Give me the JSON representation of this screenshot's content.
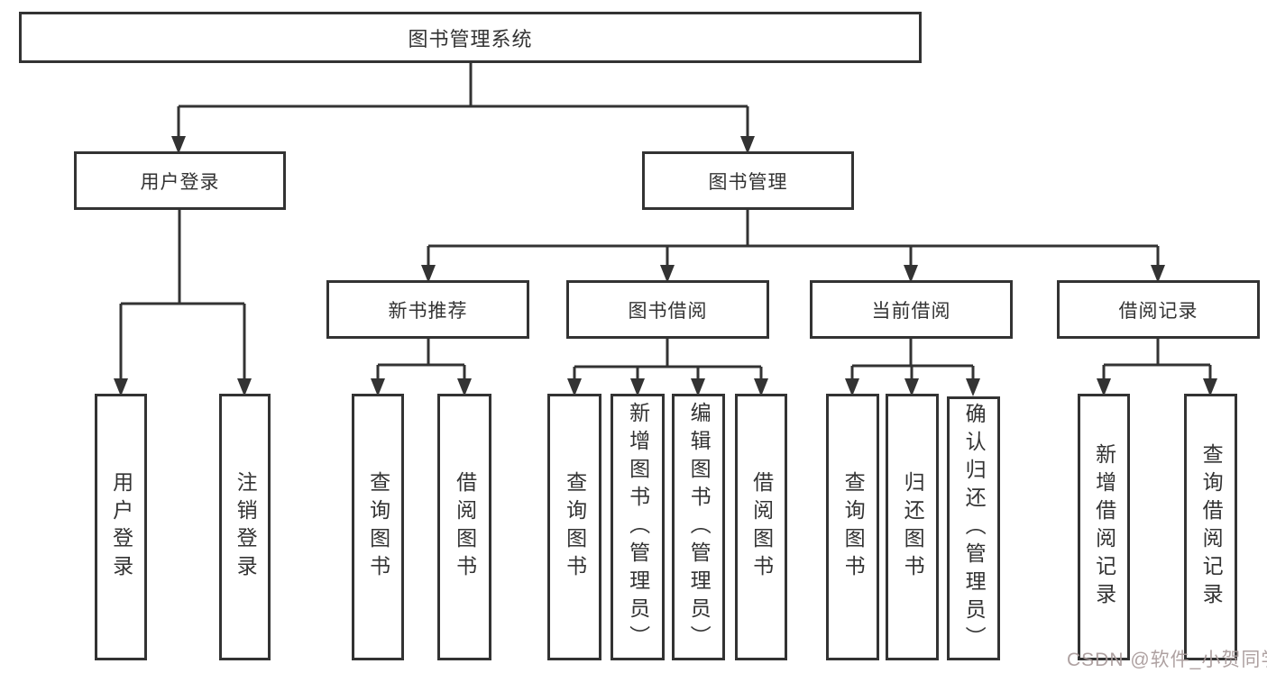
{
  "diagram": {
    "title": "图书管理系统",
    "tree": {
      "root": {
        "label": "图书管理系统"
      },
      "branches": [
        {
          "label": "用户登录",
          "children": [
            {
              "label": "用户登录"
            },
            {
              "label": "注销登录"
            }
          ]
        },
        {
          "label": "图书管理",
          "children": [
            {
              "label": "新书推荐",
              "children": [
                {
                  "label": "查询图书"
                },
                {
                  "label": "借阅图书"
                }
              ]
            },
            {
              "label": "图书借阅",
              "children": [
                {
                  "label": "查询图书"
                },
                {
                  "label": "新增图书（管理员）"
                },
                {
                  "label": "编辑图书（管理员）"
                },
                {
                  "label": "借阅图书"
                }
              ]
            },
            {
              "label": "当前借阅",
              "children": [
                {
                  "label": "查询图书"
                },
                {
                  "label": "归还图书"
                },
                {
                  "label": "确认归还（管理员）"
                }
              ]
            },
            {
              "label": "借阅记录",
              "children": [
                {
                  "label": "新增借阅记录"
                },
                {
                  "label": "查询借阅记录"
                }
              ]
            }
          ]
        }
      ]
    },
    "watermark": {
      "text": "CSDN @软件_小贺同学",
      "color": "#a89a9a"
    },
    "colors": {
      "line": "#333333",
      "text": "#333333",
      "background": "#ffffff"
    }
  }
}
